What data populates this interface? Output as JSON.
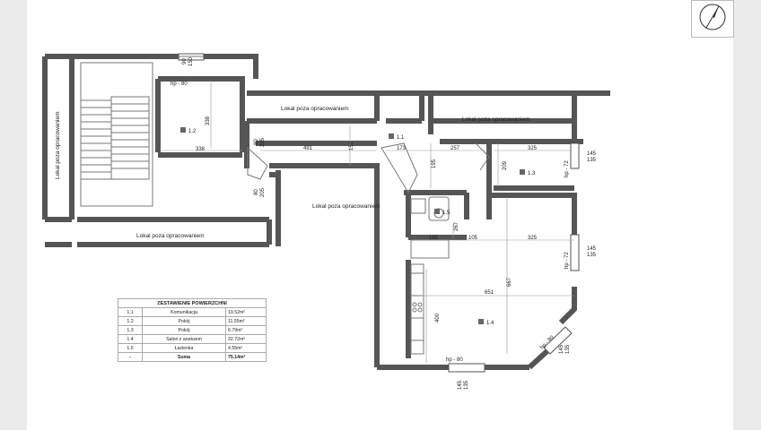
{
  "outside_labels": {
    "left_vertical": "Lokal poza opracowaniem",
    "top_middle": "Lokal poza opracowaniem",
    "top_right": "Lokal poza opracowaniem",
    "center": "Lokal poza opracowaniem",
    "bottom_left": "Lokal poza opracowaniem"
  },
  "rooms": [
    {
      "id": "1.1"
    },
    {
      "id": "1.2"
    },
    {
      "id": "1.3"
    },
    {
      "id": "1.4"
    },
    {
      "id": "1.5"
    }
  ],
  "dimensions": {
    "d_90": "90",
    "d_150": "150",
    "hp_80_top": "hp - 80",
    "d_338_v": "338",
    "d_338_h": "338",
    "d_80_a": "80",
    "d_205_a": "205",
    "d_80_b": "80",
    "d_205_b": "205",
    "d_491": "491",
    "d_152": "152",
    "d_173": "173",
    "d_257": "257",
    "d_325_top": "325",
    "d_195": "195",
    "d_209": "209",
    "hp_72_a": "hp - 72",
    "d_145_a": "145",
    "d_135_a": "135",
    "d_267": "267",
    "d_185": "185",
    "d_105": "105",
    "d_325_mid": "325",
    "hp_72_b": "hp - 72",
    "d_145_b": "145",
    "d_135_b": "135",
    "d_651": "651",
    "d_667": "667",
    "d_400": "400",
    "hp_80_bottom": "hp - 80",
    "d_145_c": "145",
    "d_135_c": "135",
    "hp_80_diag": "hp - 80",
    "d_145_d": "145",
    "d_135_d": "135"
  },
  "summary_table": {
    "title": "ZESTAWIENIE POWIERZCHNI",
    "rows": [
      {
        "num": "1.1",
        "name": "Komunikacja",
        "area": "19.52m²"
      },
      {
        "num": "1.2",
        "name": "Pokój",
        "area": "11.55m²"
      },
      {
        "num": "1.3",
        "name": "Pokój",
        "area": "6.79m²"
      },
      {
        "num": "1.4",
        "name": "Salon z aneksem",
        "area": "32.72m²"
      },
      {
        "num": "1.5",
        "name": "Łazienka",
        "area": "4.55m²"
      }
    ],
    "total": {
      "num": "-",
      "name": "Suma",
      "area": "75.14m²"
    }
  }
}
